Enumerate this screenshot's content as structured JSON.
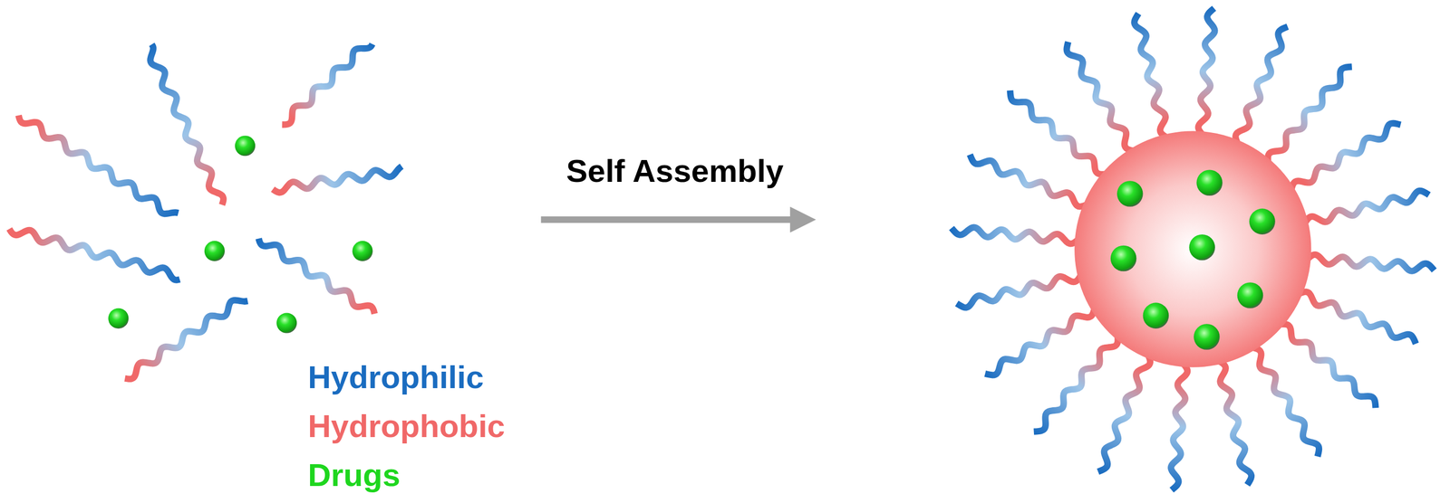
{
  "diagram": {
    "labels": [
      "Self Assembly"
    ],
    "legend": [
      {
        "text": "Hydrophilic",
        "color": "#1a6cc0"
      },
      {
        "text": "Hydrophobic",
        "color": "#f06868"
      },
      {
        "text": "Drugs",
        "color": "#1ed61e"
      }
    ]
  }
}
